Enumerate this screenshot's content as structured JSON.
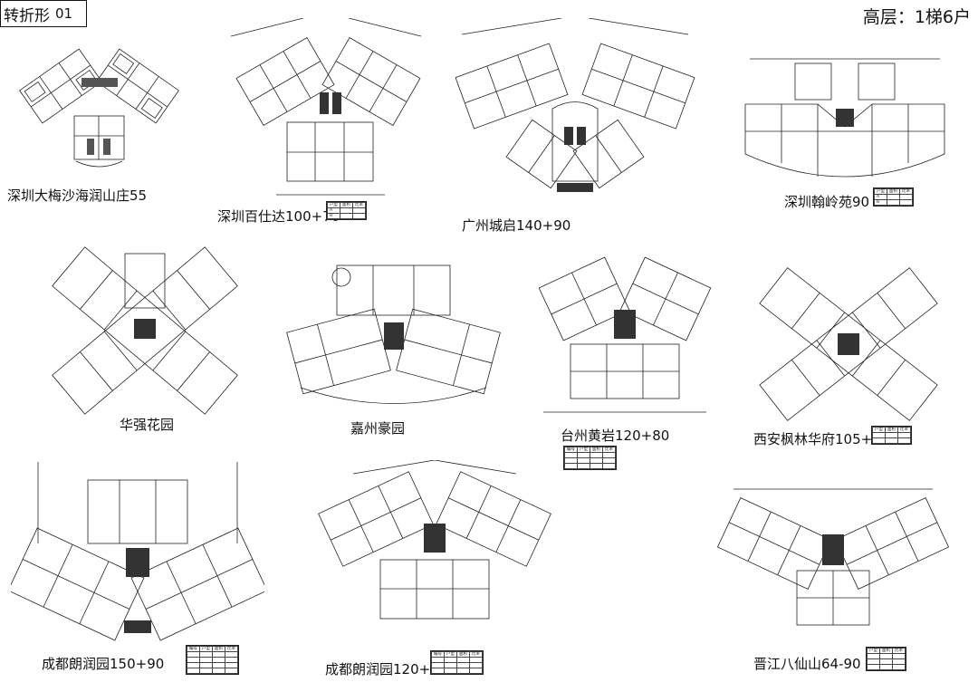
{
  "header": {
    "title": "转折形",
    "sheet_no": "01",
    "right_title": "高层：1梯6户"
  },
  "plans": [
    {
      "label": "深圳大梅沙海润山庄55"
    },
    {
      "label": "深圳百仕达100+70"
    },
    {
      "label": "广州城启140+90"
    },
    {
      "label": "深圳翰岭苑90"
    },
    {
      "label": "华强花园"
    },
    {
      "label": "嘉州豪园"
    },
    {
      "label": "台州黄岩120+80"
    },
    {
      "label": "西安枫林华府105+90"
    },
    {
      "label": "成都朗润园150+90"
    },
    {
      "label": "成都朗润园120+90"
    },
    {
      "label": "晋江八仙山64-90"
    }
  ]
}
